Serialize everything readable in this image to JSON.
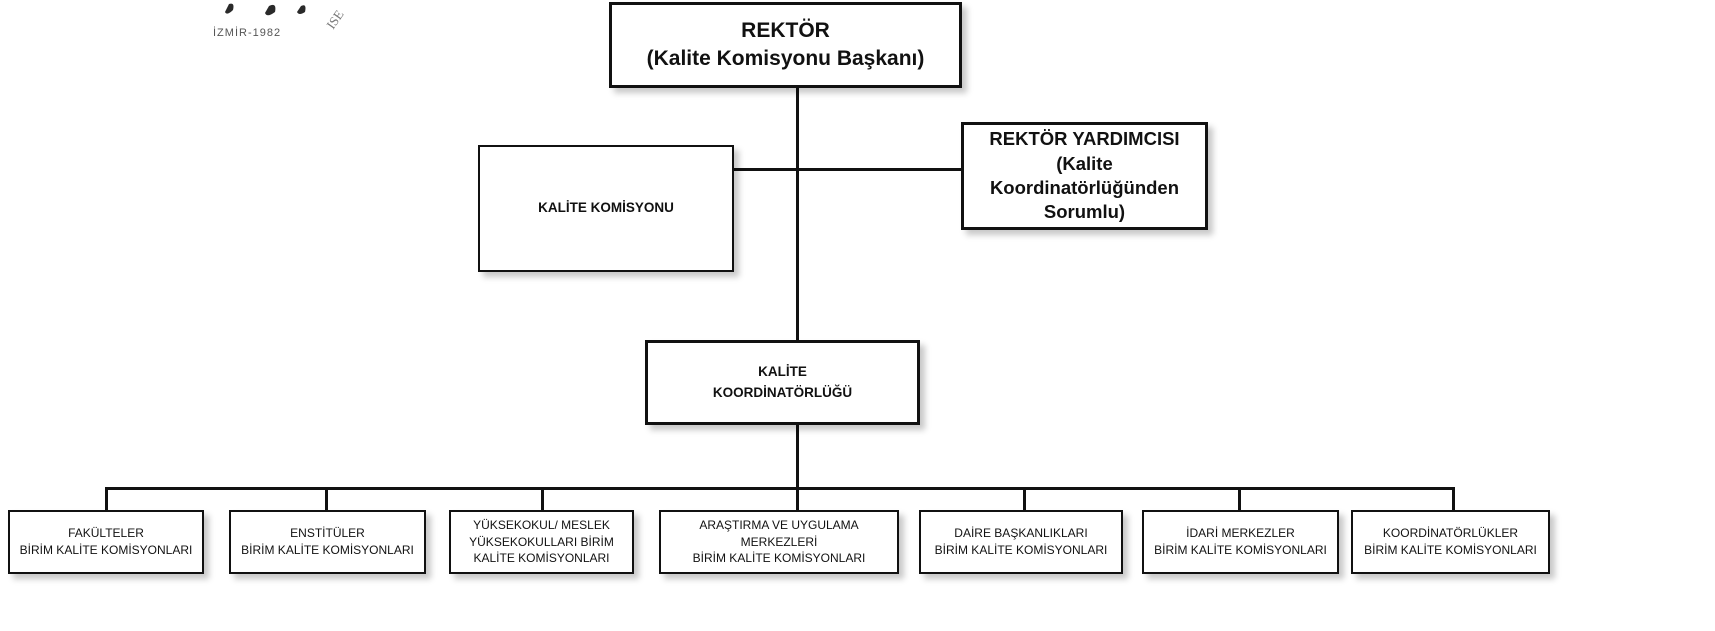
{
  "logo": {
    "text": "İZMİR-1982",
    "arc_text": "ISE"
  },
  "rector": {
    "line1": "REKTÖR",
    "line2": "(Kalite Komisyonu Başkanı)"
  },
  "vice_rector": {
    "line1": "REKTÖR YARDIMCISI",
    "line2": "(Kalite",
    "line3": "Koordinatörlüğünden",
    "line4": "Sorumlu)"
  },
  "quality_commission": {
    "label": "KALİTE KOMİSYONU"
  },
  "quality_coordinator": {
    "line1": "KALİTE",
    "line2": "KOORDİNATÖRLÜĞÜ"
  },
  "units": [
    {
      "lines": [
        "FAKÜLTELER",
        "BİRİM KALİTE KOMİSYONLARI"
      ]
    },
    {
      "lines": [
        "ENSTİTÜLER",
        "BİRİM KALİTE KOMİSYONLARI"
      ]
    },
    {
      "lines": [
        "YÜKSEKOKUL/ MESLEK",
        "YÜKSEKOKULLARI BİRİM",
        "KALİTE KOMİSYONLARI"
      ]
    },
    {
      "lines": [
        "ARAŞTIRMA VE UYGULAMA",
        "MERKEZLERİ",
        "BİRİM KALİTE KOMİSYONLARI"
      ]
    },
    {
      "lines": [
        "DAİRE BAŞKANLIKLARI",
        "BİRİM KALİTE KOMİSYONLARI"
      ]
    },
    {
      "lines": [
        "İDARİ MERKEZLER",
        "BİRİM KALİTE KOMİSYONLARI"
      ]
    },
    {
      "lines": [
        "KOORDİNATÖRLÜKLER",
        "BİRİM KALİTE KOMİSYONLARI"
      ]
    }
  ]
}
